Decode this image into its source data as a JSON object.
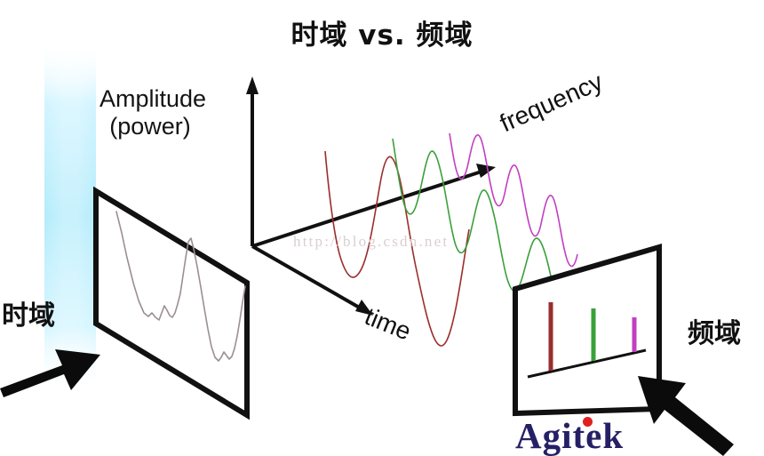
{
  "title": "时域 vs. 频域",
  "axes": {
    "vertical_label_line1": "Amplitude",
    "vertical_label_line2": "(power)",
    "depth_label": "frequency",
    "horizontal_label": "time"
  },
  "captions": {
    "left": "时域",
    "right": "频域"
  },
  "watermark": "http://blog.csdn.net",
  "logo": {
    "text": "Agitek",
    "color": "#252066",
    "dot_color": "#e02020"
  },
  "palette": {
    "background": "#ffffff",
    "ink": "#111111",
    "glow": "#b8efff",
    "waveform_gray": "#9b8f93",
    "wave_red": "#9b2d2d",
    "wave_green": "#3aa03a",
    "wave_magenta": "#c23fc2"
  },
  "chart_data": {
    "type": "line",
    "title": "时域 vs. 频域",
    "xlabel": "time",
    "ylabel": "Amplitude (power)",
    "zlabel": "frequency",
    "grid": false,
    "legend": "none",
    "panels": [
      {
        "name": "time-domain-panel",
        "type": "line",
        "description": "Composite time-domain waveform projected on the left plane",
        "series": [
          {
            "name": "composite-signal",
            "color": "#9b8f93",
            "x": [
              0,
              4,
              8,
              14,
              20,
              26,
              30,
              34,
              38,
              42,
              46,
              50,
              54,
              58,
              62,
              66,
              70,
              74,
              78,
              82,
              86,
              90,
              94,
              100
            ],
            "values": [
              92,
              78,
              46,
              26,
              20,
              23,
              17,
              14,
              22,
              16,
              12,
              30,
              62,
              86,
              70,
              40,
              18,
              8,
              4,
              9,
              5,
              14,
              34,
              58
            ]
          }
        ]
      },
      {
        "name": "frequency-components",
        "type": "line",
        "description": "Three sinusoidal components of increasing frequency drawn in the 3D space",
        "series": [
          {
            "name": "component-1",
            "color": "#9b2d2d",
            "frequency": 1,
            "amplitude": 100,
            "cycles": 2.2
          },
          {
            "name": "component-2",
            "color": "#3aa03a",
            "frequency": 2,
            "amplitude": 62,
            "cycles": 4.5
          },
          {
            "name": "component-3",
            "color": "#c23fc2",
            "frequency": 3,
            "amplitude": 40,
            "cycles": 7.0
          }
        ]
      },
      {
        "name": "frequency-domain-panel",
        "type": "bar",
        "description": "Spectrum: three spectral lines on the right plane",
        "categories": [
          "f1",
          "f2",
          "f3"
        ],
        "values": [
          100,
          72,
          46
        ],
        "colors": [
          "#9b2d2d",
          "#3aa03a",
          "#c23fc2"
        ]
      }
    ]
  }
}
